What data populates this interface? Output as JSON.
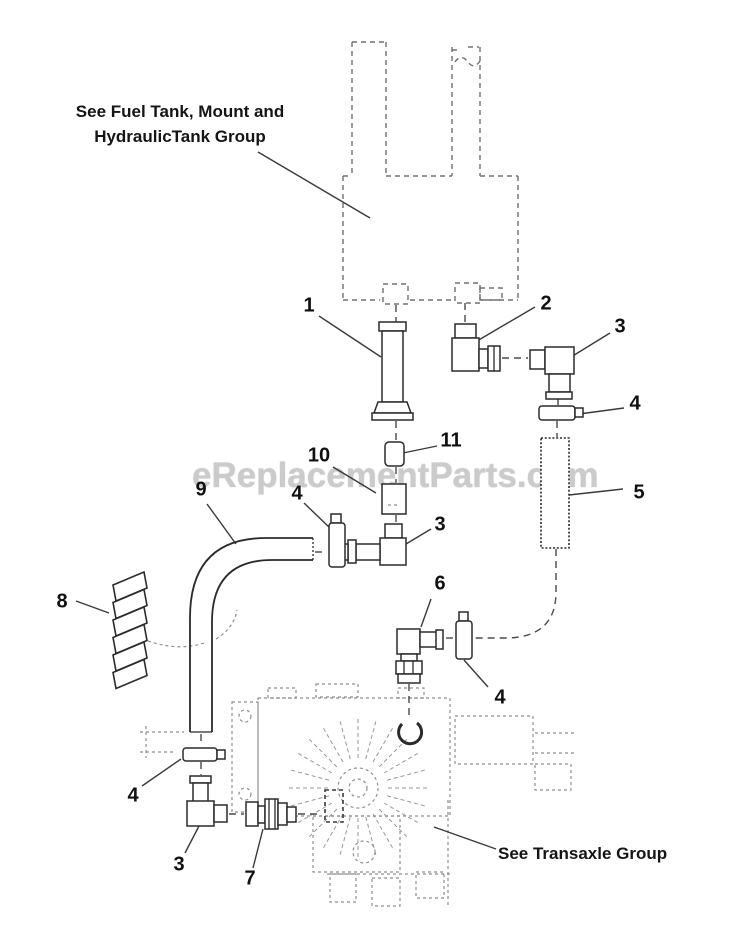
{
  "watermark": {
    "text": "eReplacementParts.com",
    "color": "#cbcbcb"
  },
  "notes": {
    "fuel_tank_line1": "See Fuel Tank, Mount and",
    "fuel_tank_line2": "HydraulicTank Group",
    "transaxle": "See Transaxle Group"
  },
  "callouts": [
    {
      "label": "1"
    },
    {
      "label": "2"
    },
    {
      "label": "3"
    },
    {
      "label": "4"
    },
    {
      "label": "5"
    },
    {
      "label": "11"
    },
    {
      "label": "10"
    },
    {
      "label": "9"
    },
    {
      "label": "4"
    },
    {
      "label": "3"
    },
    {
      "label": "8"
    },
    {
      "label": "6"
    },
    {
      "label": "4"
    },
    {
      "label": "4"
    },
    {
      "label": "3"
    },
    {
      "label": "7"
    }
  ],
  "ink": {
    "part_color": "#2b2b2b",
    "dash_color": "#707070",
    "machine_color": "#8f8f8f"
  }
}
